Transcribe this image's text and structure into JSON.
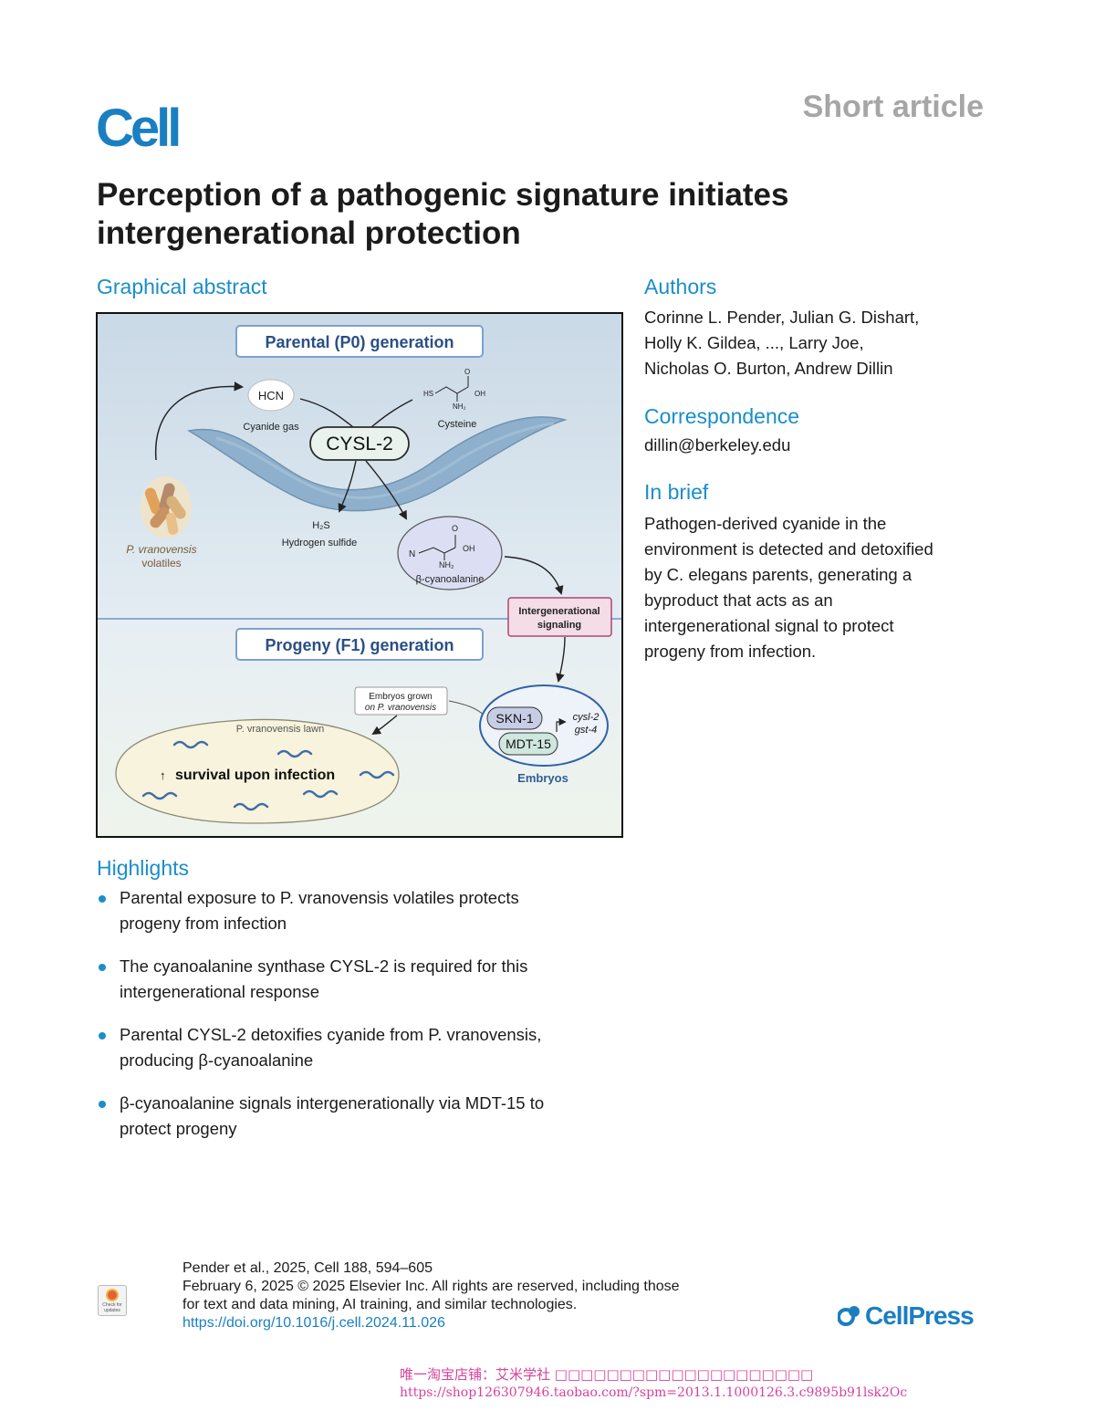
{
  "header": {
    "journal": "Cell",
    "article_type": "Short article"
  },
  "title": "Perception of a pathogenic signature initiates intergenerational protection",
  "graphical_abstract": {
    "heading": "Graphical abstract",
    "parental_label": "Parental (P0) generation",
    "progeny_label": "Progeny (F1) generation",
    "hcn": "HCN",
    "cyanide_gas": "Cyanide gas",
    "cysteine": "Cysteine",
    "cysteine_hs": "HS",
    "cysteine_oh": "OH",
    "cysteine_nh2": "NH₂",
    "cysteine_o": "O",
    "cysl2": "CYSL-2",
    "h2s": "H₂S",
    "hydrogen_sulfide": "Hydrogen sulfide",
    "bca_label": "β-cyanoalanine",
    "bca_n": "N",
    "bca_oh": "OH",
    "bca_nh2": "NH₂",
    "bca_o": "O",
    "volatiles_1": "P. vranovensis",
    "volatiles_2": "volatiles",
    "intergen_1": "Intergenerational",
    "intergen_2": "signaling",
    "embryos_grown_1": "Embryos grown",
    "embryos_grown_2": "on P. vranovensis",
    "lawn_label": "P. vranovensis lawn",
    "survival": "survival upon infection",
    "skn1": "SKN-1",
    "mdt15": "MDT-15",
    "cysl2_gene": "cysl-2",
    "gst4_gene": "gst-4",
    "embryos": "Embryos"
  },
  "authors": {
    "heading": "Authors",
    "lines": [
      "Corinne L. Pender, Julian G. Dishart,",
      "Holly K. Gildea, ..., Larry Joe,",
      "Nicholas O. Burton, Andrew Dillin"
    ]
  },
  "correspondence": {
    "heading": "Correspondence",
    "email": "dillin@berkeley.edu"
  },
  "in_brief": {
    "heading": "In brief",
    "lines": [
      "Pathogen-derived cyanide in the",
      "environment is detected and detoxified",
      "by C. elegans parents, generating a",
      "byproduct that acts as an",
      "intergenerational signal to protect",
      "progeny from infection."
    ]
  },
  "highlights": {
    "heading": "Highlights",
    "items": [
      [
        "Parental exposure to P. vranovensis volatiles protects",
        "progeny from infection"
      ],
      [
        "The cyanoalanine synthase CYSL-2 is required for this",
        "intergenerational response"
      ],
      [
        "Parental CYSL-2 detoxifies cyanide from P. vranovensis,",
        "producing β-cyanoalanine"
      ],
      [
        "β-cyanoalanine signals intergenerationally via MDT-15 to",
        "protect progeny"
      ]
    ]
  },
  "footer": {
    "citation": "Pender et al., 2025, Cell 188, 594–605",
    "date_rights_1": "February 6, 2025 © 2025 Elsevier Inc. All rights are reserved, including those",
    "date_rights_2": "for text and data mining, AI training, and similar technologies.",
    "doi": "https://doi.org/10.1016/j.cell.2024.11.026",
    "check_updates": "Check for updates",
    "publisher": "CellPress"
  },
  "watermark": {
    "line1": "唯一淘宝店铺：艾米学社 □□□□□□□□□□□□□□□□□□□□",
    "line2": "https://shop126307946.taobao.com/?spm=2013.1.1000126.3.c9895b91lsk2Oc"
  }
}
